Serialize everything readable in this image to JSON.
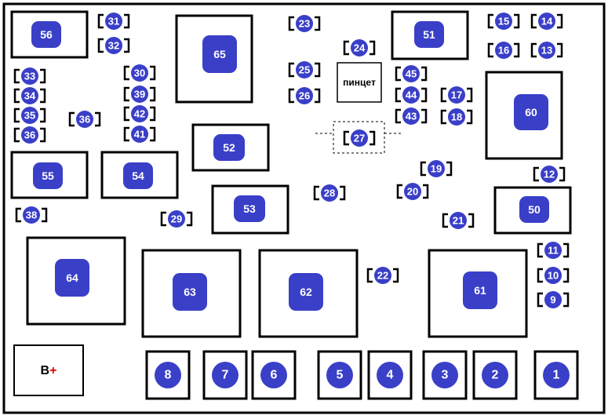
{
  "colors": {
    "chip": "#3a3fc8",
    "label": "#ffffff",
    "outline": "#000000",
    "plus": "#e00000"
  },
  "relays": [
    "56",
    "65",
    "51",
    "60",
    "52",
    "55",
    "54",
    "53",
    "50",
    "64",
    "63",
    "62",
    "61"
  ],
  "large_fuses": [
    "8",
    "7",
    "6",
    "5",
    "4",
    "3",
    "2",
    "1"
  ],
  "mini_fuses": [
    "31",
    "32",
    "23",
    "24",
    "15",
    "14",
    "16",
    "13",
    "33",
    "30",
    "25",
    "45",
    "34",
    "39",
    "26",
    "44",
    "17",
    "35",
    "42",
    "43",
    "18",
    "36",
    "36",
    "41",
    "27",
    "19",
    "12",
    "28",
    "20",
    "38",
    "29",
    "21",
    "11",
    "22",
    "10",
    "9"
  ],
  "tweezers_label": "пинцет",
  "battery": {
    "letter": "B",
    "sign": "+"
  }
}
